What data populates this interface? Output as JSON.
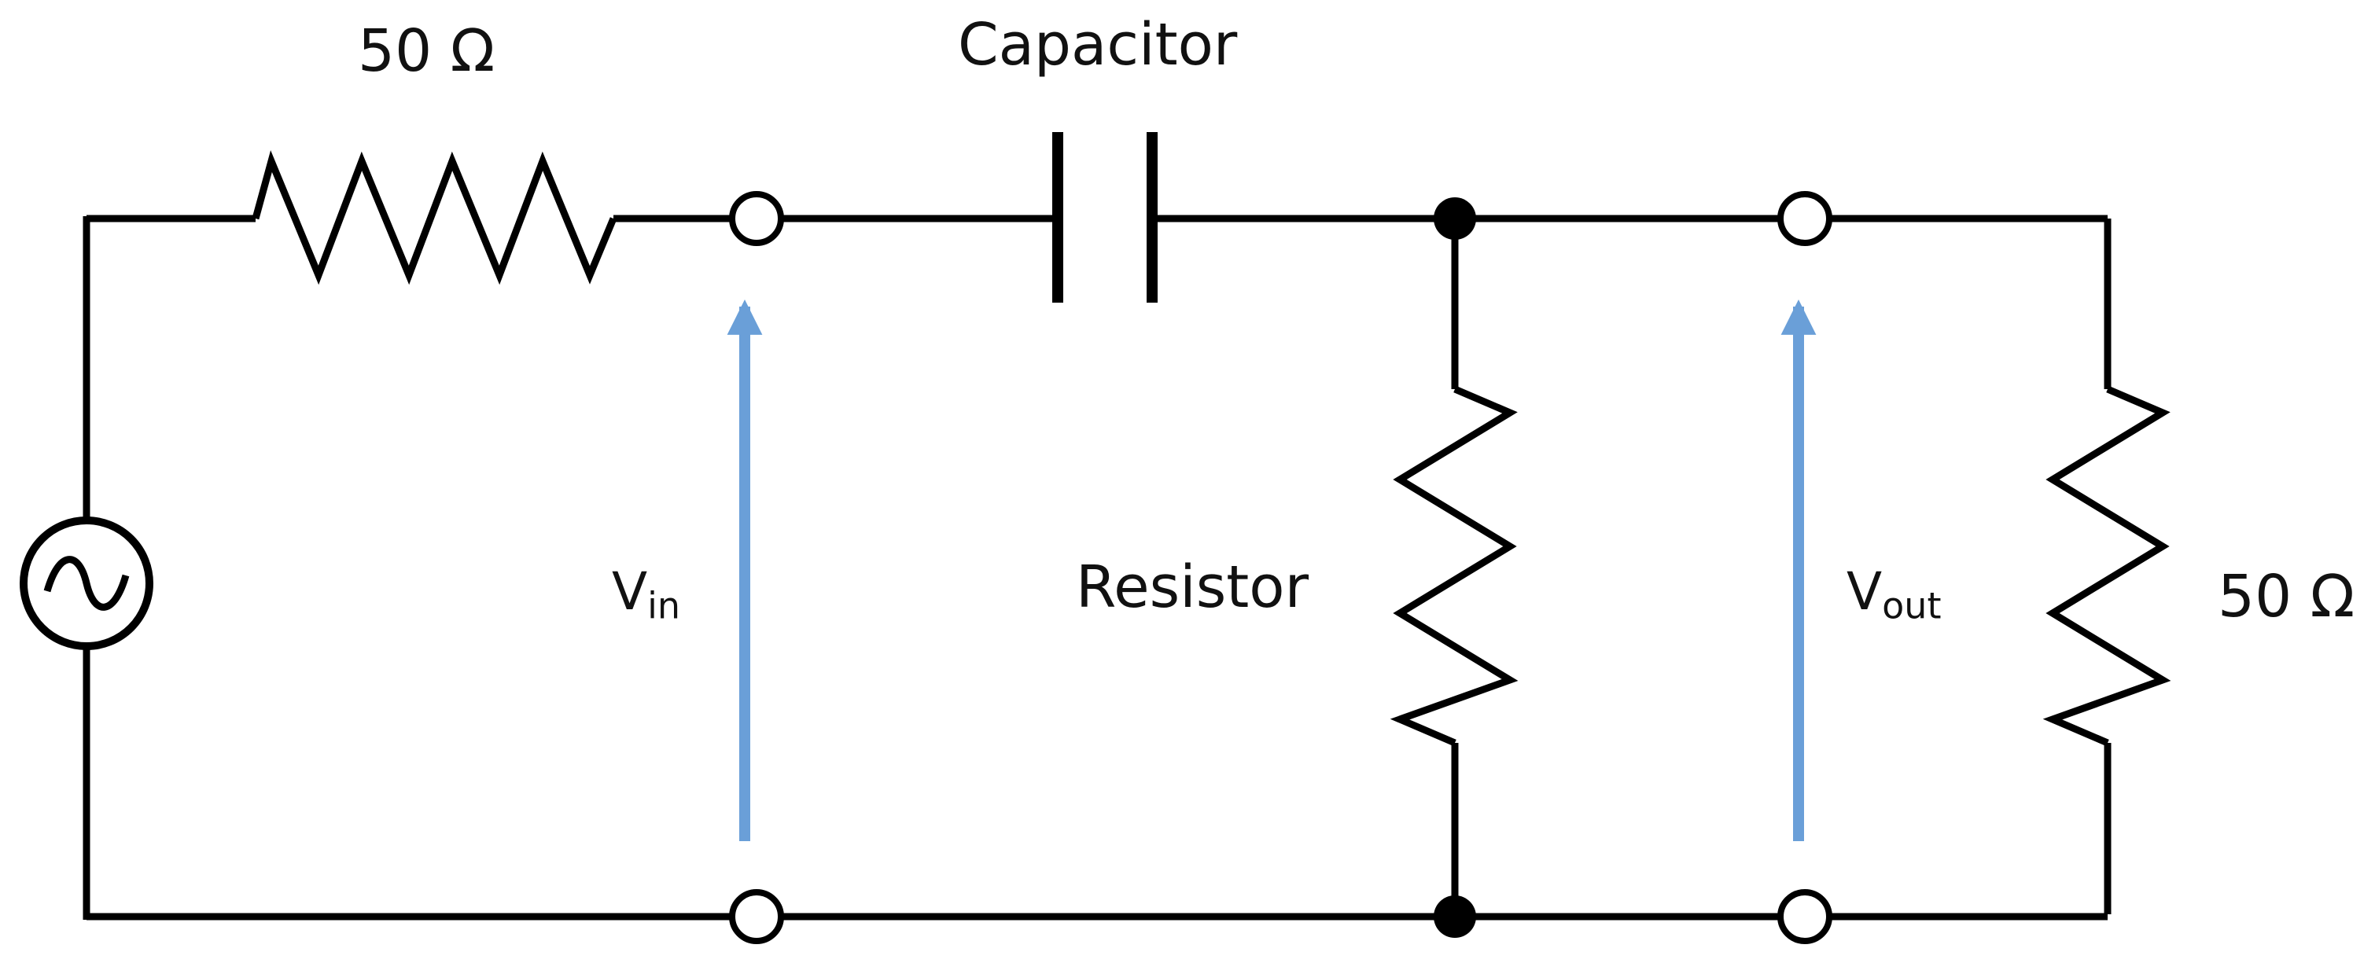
{
  "labels": {
    "source_resistor": "50 Ω",
    "capacitor": "Capacitor",
    "resistor": "Resistor",
    "load_resistor": "50 Ω",
    "vin_main": "V",
    "vin_sub": "in",
    "vout_main": "V",
    "vout_sub": "out"
  },
  "colors": {
    "wire": "#000000",
    "arrow": "#6a9fd8",
    "text": "#111111",
    "background": "#ffffff"
  },
  "icons": {
    "source": "ac-source-icon",
    "terminal": "open-terminal-icon",
    "junction": "junction-dot-icon"
  }
}
